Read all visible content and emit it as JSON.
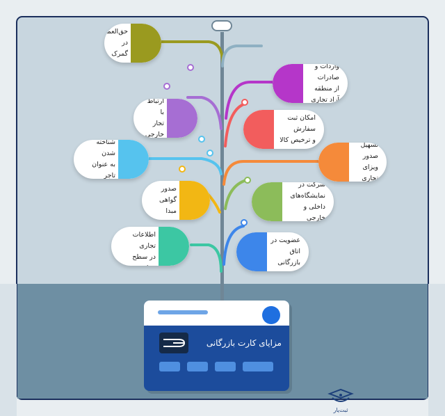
{
  "diagram": {
    "card_title": "مزایای کارت بازرگانی",
    "items": [
      {
        "line1": "حق‌العمل‌کاری",
        "line2": "در گمرک",
        "color": "#9a9a1f"
      },
      {
        "line1": "واردات و صادرات",
        "line2": "از منطقه آزاد تجاری",
        "color": "#b536c9"
      },
      {
        "line1": "ارتباط با",
        "line2": "تجار خارجی",
        "color": "#a66ed3"
      },
      {
        "line1": "امکان ثبت سفارش",
        "line2": "و ترخیص کالا",
        "color": "#f25d5d"
      },
      {
        "line1": "شناخته شدن",
        "line2": "به عنوان تاجر",
        "color": "#56c3ee"
      },
      {
        "line1": "تسهیل صدور",
        "line2": "ویزای تجاری",
        "color": "#f58a3a"
      },
      {
        "line1": "صدور گواهی مبدا",
        "line2": "",
        "color": "#f2b714"
      },
      {
        "line1": "شرکت در نمایشگاه‌های",
        "line2": "داخلی و خارجی",
        "color": "#8cbc5a"
      },
      {
        "line1": "مبادله اطلاعات تجاری",
        "line2": "در سطح جهان",
        "color": "#3cc7a3"
      },
      {
        "line1": "عضویت در",
        "line2": "اتاق بازرگانی",
        "color": "#3d86ea"
      }
    ]
  },
  "brand": {
    "name": "ثبت‌یار"
  },
  "colors": {
    "frame": "#1a2e5c",
    "sky": "#c8d6df",
    "ground": "#6e8fa3",
    "card": "#1c4c9c"
  }
}
